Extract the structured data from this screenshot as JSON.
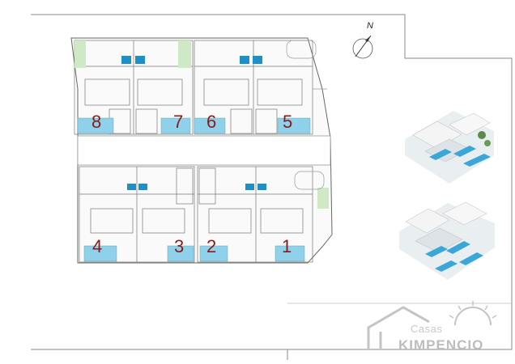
{
  "units": {
    "u1": "1",
    "u2": "2",
    "u3": "3",
    "u4": "4",
    "u5": "5",
    "u6": "6",
    "u7": "7",
    "u8": "8"
  },
  "compass": {
    "label": "N"
  },
  "logo": {
    "line1": "Casas",
    "line2": "KIMPENCIO"
  },
  "colors": {
    "pool": "#8fd0ea",
    "garden": "#cfe8c6",
    "accent": "#1e90c8",
    "number": "#8b1a1a",
    "line": "#777777"
  }
}
